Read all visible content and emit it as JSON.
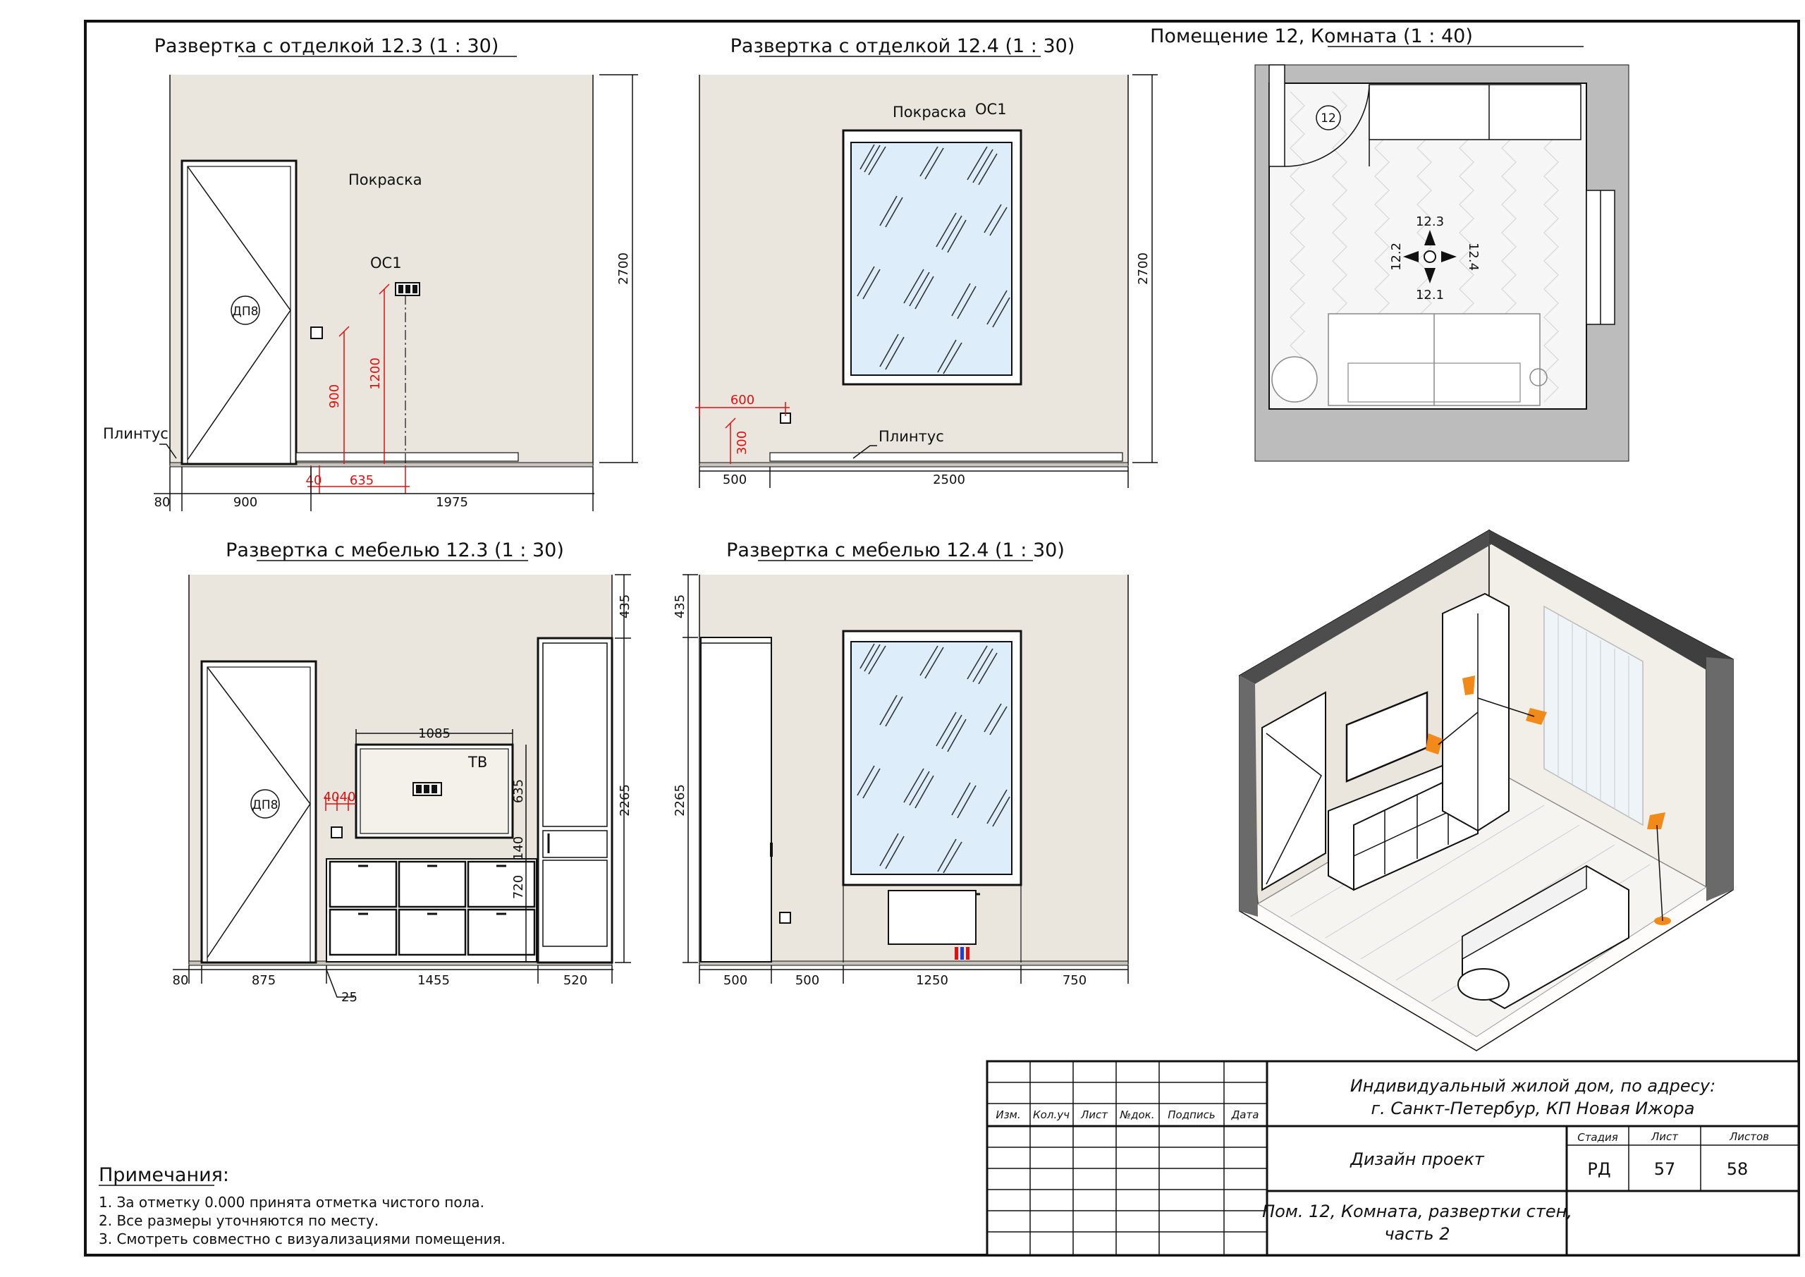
{
  "views": {
    "v1": {
      "title": "Развертка с отделкой 12.3 (1 : 30)",
      "paint": "Покраска",
      "os": "ОС1",
      "door": "ДП8",
      "baseboard": "Плинтус",
      "dims": {
        "h": "2700",
        "d900": "900",
        "d1200": "1200",
        "d40": "40",
        "d635": "635",
        "b80": "80",
        "b900": "900",
        "b1975": "1975"
      }
    },
    "v2": {
      "title": "Развертка с отделкой 12.4 (1 : 30)",
      "paint": "Покраска",
      "os": "ОС1",
      "baseboard": "Плинтус",
      "dims": {
        "h": "2700",
        "d600": "600",
        "d300": "300",
        "b500": "500",
        "b2500": "2500"
      }
    },
    "v3": {
      "title": "Помещение 12, Комната (1 : 40)",
      "room": "12",
      "marks": [
        "12.3",
        "12.2",
        "12.4",
        "12.1"
      ]
    },
    "v4": {
      "title": "Развертка с мебелью 12.3 (1 : 30)",
      "door": "ДП8",
      "tv": "ТВ",
      "dims": {
        "d1085": "1085",
        "d40a": "40",
        "d40b": "40",
        "d635": "635",
        "d140": "140",
        "d720": "720",
        "h435": "435",
        "h2265": "2265",
        "b80": "80",
        "b875": "875",
        "b1455": "1455",
        "b520": "520",
        "b25": "25"
      }
    },
    "v5": {
      "title": "Развертка с мебелью 12.4 (1 : 30)",
      "dims": {
        "h435": "435",
        "h2265": "2265",
        "b500a": "500",
        "b500b": "500",
        "b1250": "1250",
        "b750": "750"
      }
    }
  },
  "notes": {
    "title": "Примечания:",
    "items": [
      "1.   За отметку 0.000 принята отметка чистого пола.",
      "2.   Все размеры уточняются по месту.",
      "3.   Смотреть совместно с визуализациями помещения."
    ]
  },
  "stamp": {
    "headers": [
      "Изм.",
      "Кол.уч",
      "Лист",
      "№док.",
      "Подпись",
      "Дата"
    ],
    "project_line1": "Индивидуальный жилой дом, по адресу:",
    "project_line2": "г. Санкт-Петербур, КП Новая Ижора",
    "design": "Дизайн проект",
    "sheet_title_1": "Пом. 12, Комната, развертки стен,",
    "sheet_title_2": "часть 2",
    "stage_label": "Стадия",
    "sheet_label": "Лист",
    "sheets_label": "Листов",
    "stage": "РД",
    "sheet": "57",
    "sheets": "58"
  }
}
